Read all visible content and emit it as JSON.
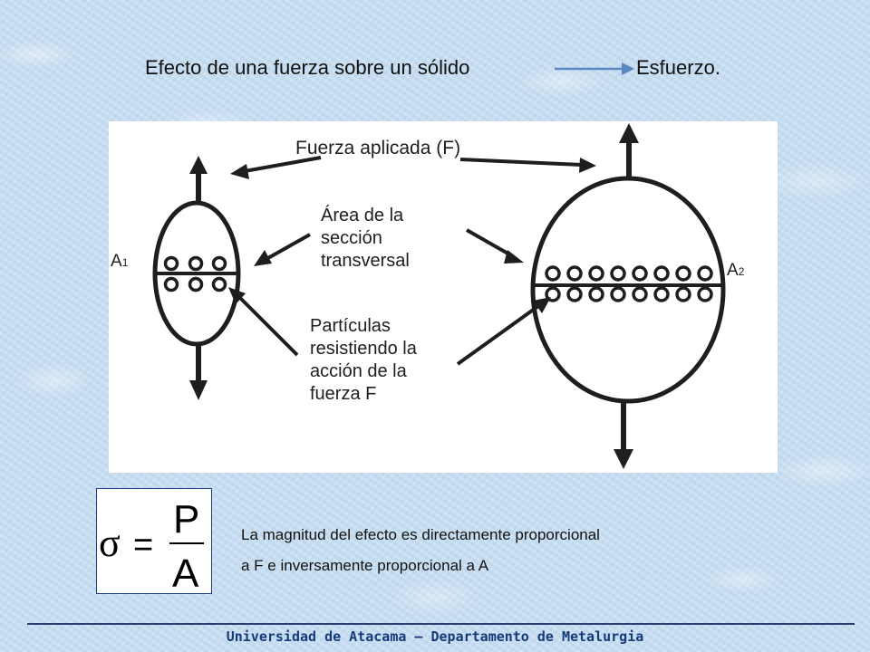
{
  "heading": {
    "left_text": "Efecto de una fuerza sobre un sólido",
    "right_text": "Esfuerzo."
  },
  "diagram": {
    "label_force": "Fuerza aplicada (F)",
    "label_area": [
      "Área de la",
      "sección",
      "transversal"
    ],
    "label_particles": [
      "Partículas",
      "resistiendo la",
      "acción de la",
      "fuerza F"
    ],
    "label_a1": "A",
    "label_a1_sub": "1",
    "label_a2": "A",
    "label_a2_sub": "2"
  },
  "formula": {
    "symbol": "σ",
    "equals": "=",
    "numerator": "P",
    "denominator": "A"
  },
  "description": {
    "line1": "La magnitud del efecto es directamente proporcional",
    "line2": "a F e inversamente proporcional a A"
  },
  "footer": {
    "text": "Universidad de Atacama – Departamento de Metalurgia"
  },
  "colors": {
    "background": "#c9dff2",
    "arrow_accent": "#5b87c2",
    "footer_text": "#173a7a"
  }
}
